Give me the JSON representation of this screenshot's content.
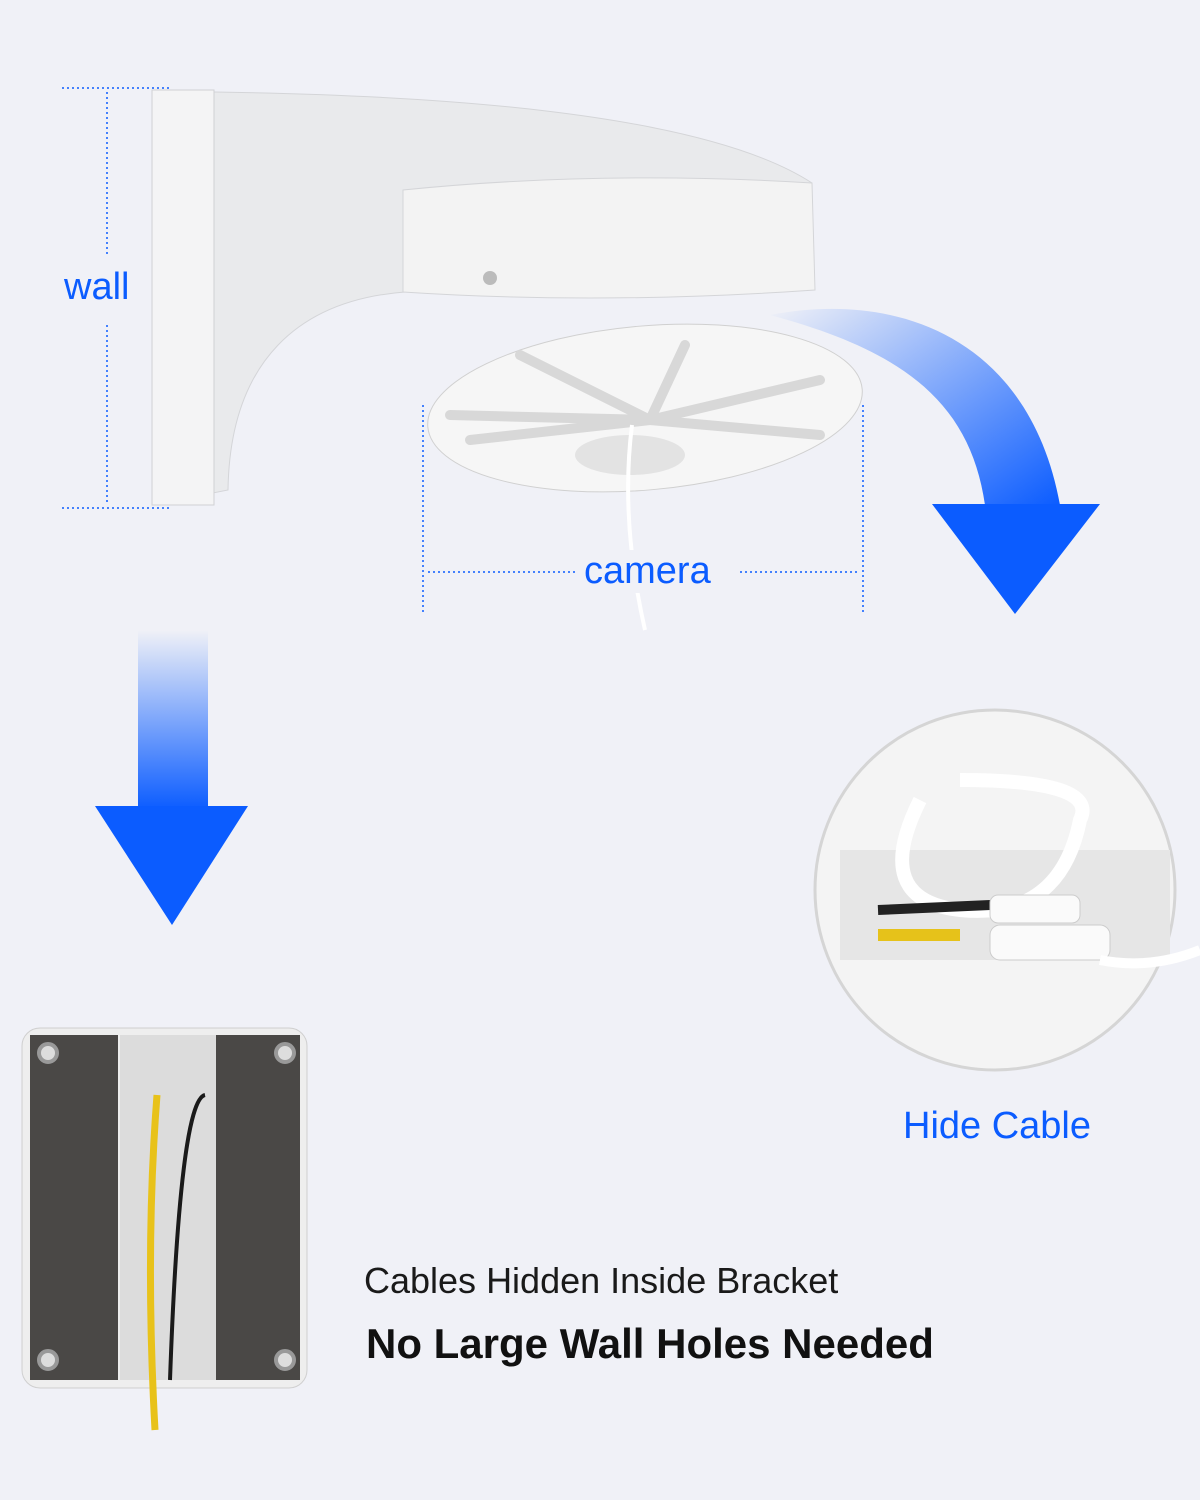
{
  "labels": {
    "wall": "wall",
    "camera": "camera",
    "hide_cable": "Hide Cable"
  },
  "captions": {
    "line1": "Cables Hidden Inside Bracket",
    "line2": "No Large Wall Holes Needed"
  },
  "colors": {
    "accent": "#0b5cff",
    "background": "#f0f1f7"
  }
}
